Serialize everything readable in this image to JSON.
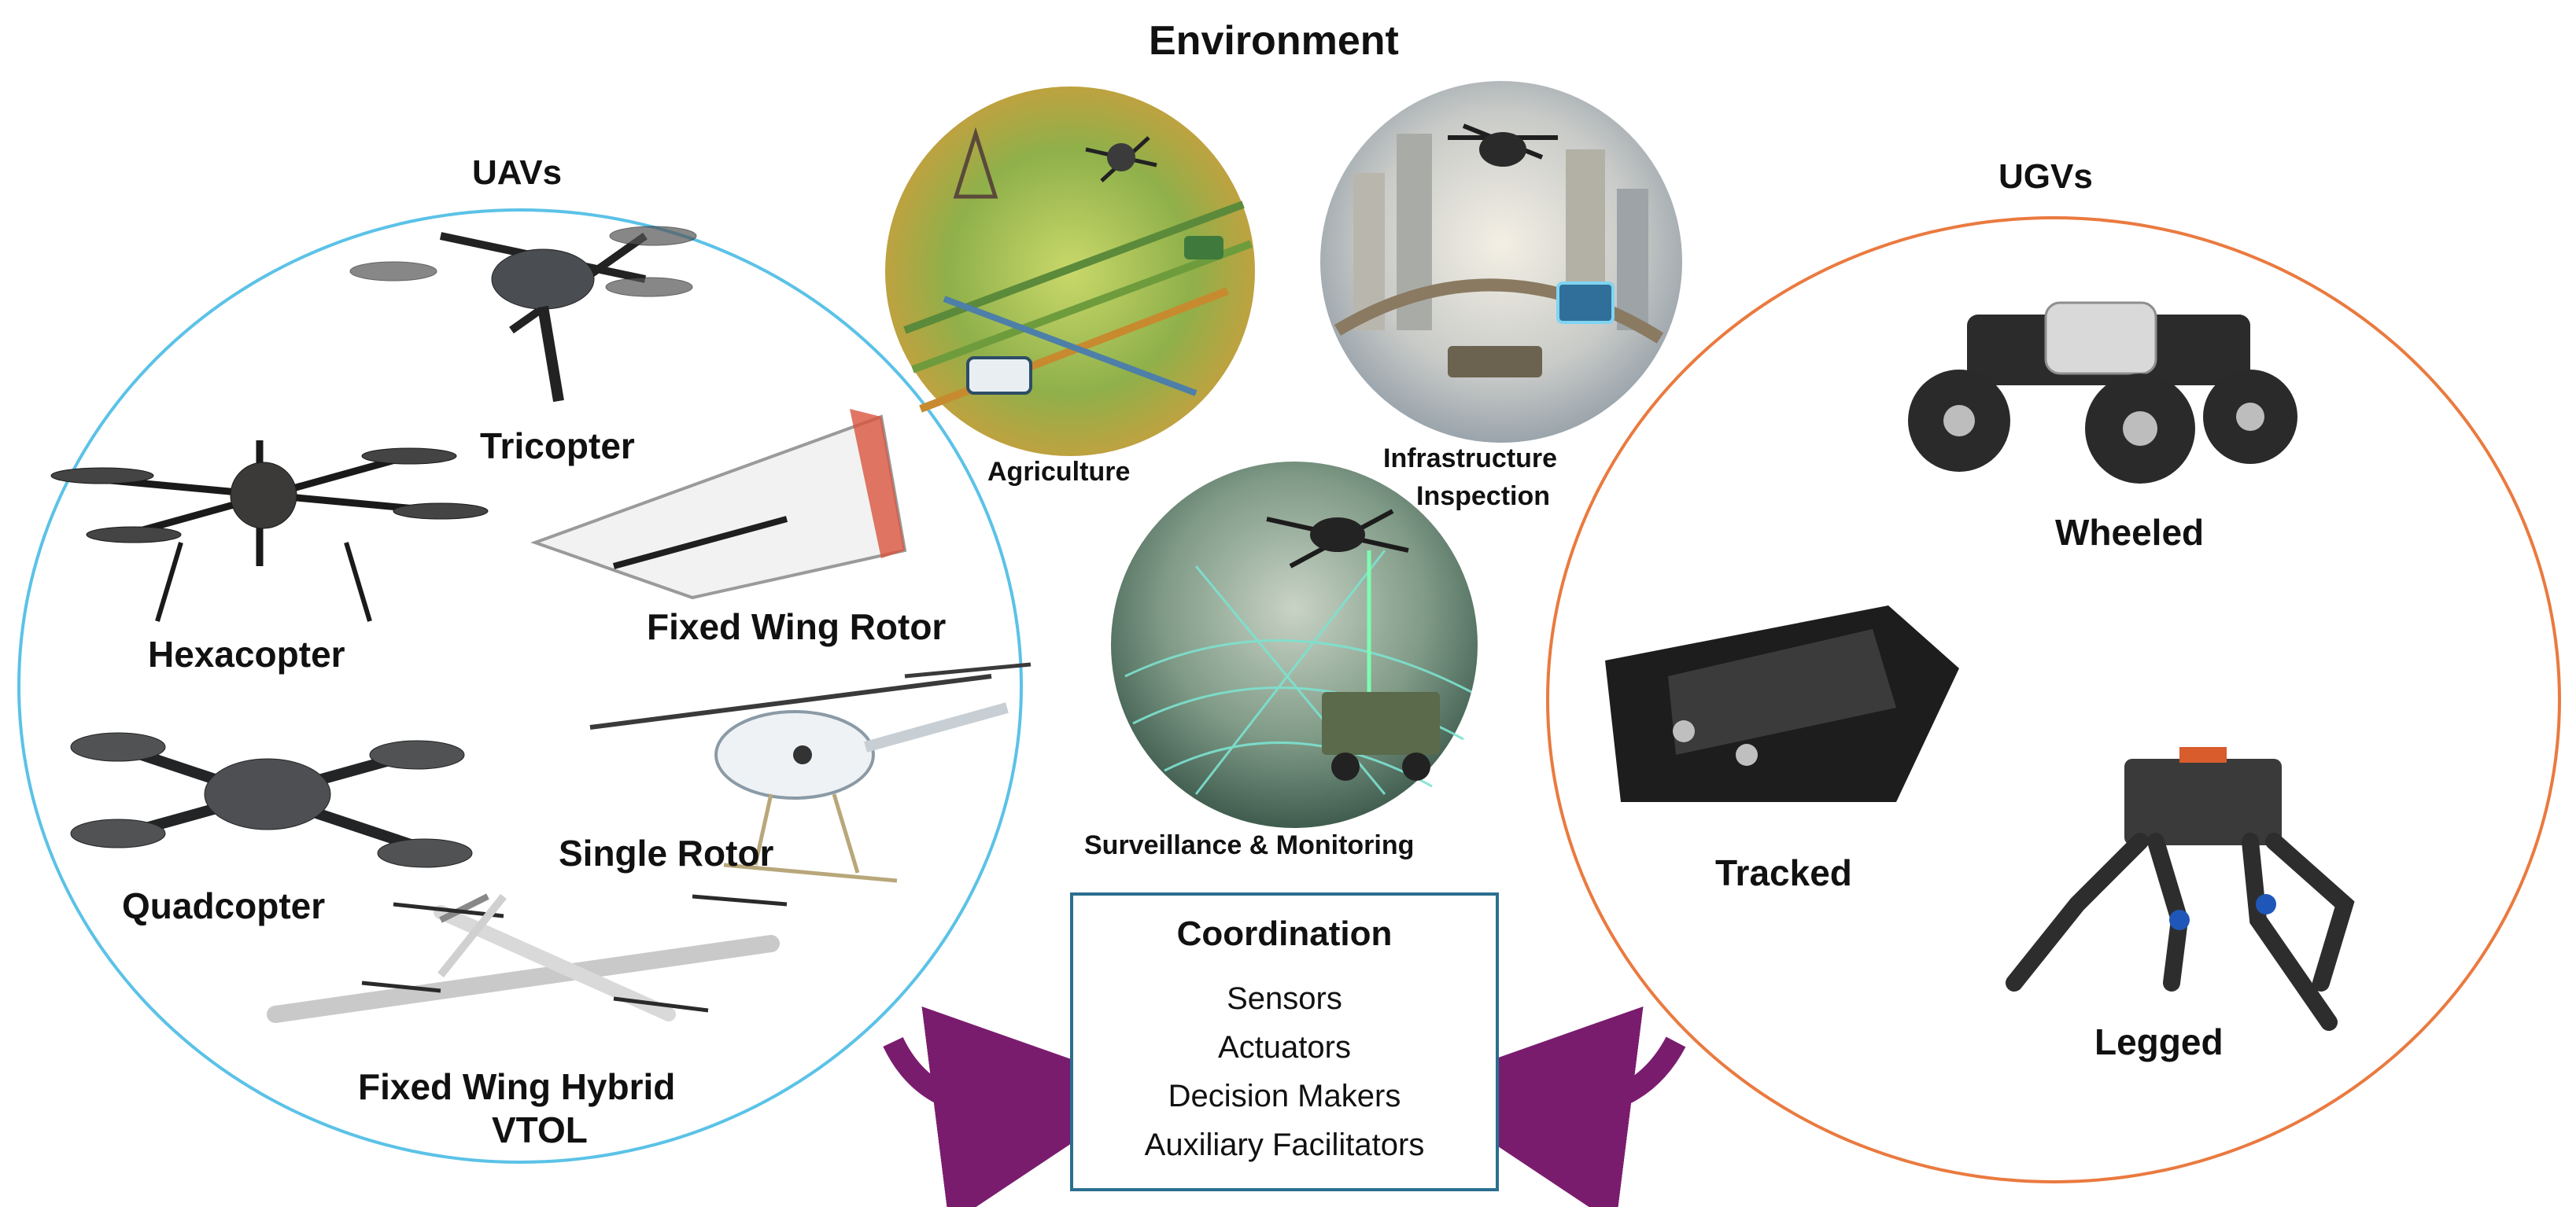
{
  "environment_title": "Environment",
  "uavs": {
    "title": "UAVs",
    "ring_color": "#5bc2e7",
    "labels": {
      "tricopter": "Tricopter",
      "hexacopter": "Hexacopter",
      "fixed_wing_rotor": "Fixed Wing Rotor",
      "single_rotor": "Single Rotor",
      "quadcopter": "Quadcopter",
      "fixed_wing_hybrid_line1": "Fixed Wing Hybrid",
      "fixed_wing_hybrid_line2": "VTOL"
    }
  },
  "ugvs": {
    "title": "UGVs",
    "ring_color": "#ea7a3f",
    "labels": {
      "wheeled": "Wheeled",
      "tracked": "Tracked",
      "legged": "Legged"
    }
  },
  "environments": {
    "agriculture": "Agriculture",
    "infrastructure_line1": "Infrastructure",
    "infrastructure_line2": "Inspection",
    "surveillance": "Surveillance & Monitoring"
  },
  "coordination": {
    "title": "Coordination",
    "items": [
      "Sensors",
      "Actuators",
      "Decision Makers",
      "Auxiliary Facilitators"
    ],
    "border_color": "#2b6e8f"
  },
  "arrow_color": "#7a1c6e"
}
